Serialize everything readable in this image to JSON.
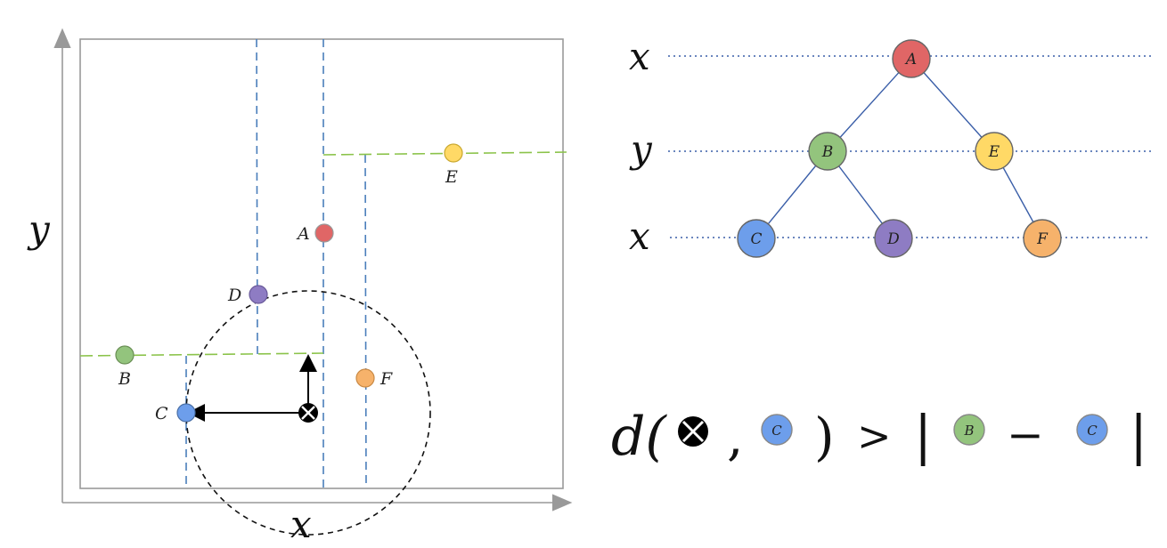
{
  "kd_plane": {
    "axis_x_label": "x",
    "axis_y_label": "y",
    "points": [
      {
        "id": "A",
        "label": "A",
        "color": "#e06666"
      },
      {
        "id": "B",
        "label": "B",
        "color": "#93c47d"
      },
      {
        "id": "C",
        "label": "C",
        "color": "#6d9eeb"
      },
      {
        "id": "D",
        "label": "D",
        "color": "#8e7cc3"
      },
      {
        "id": "E",
        "label": "E",
        "color": "#ffd966"
      },
      {
        "id": "F",
        "label": "F",
        "color": "#f6b26b"
      }
    ],
    "split_x_color": "#4a7ebb",
    "split_y_color": "#8bc34a"
  },
  "kd_tree": {
    "levels": [
      {
        "axis": "x",
        "nodes": [
          "A"
        ]
      },
      {
        "axis": "y",
        "nodes": [
          "B",
          "E"
        ]
      },
      {
        "axis": "x",
        "nodes": [
          "C",
          "D",
          "F"
        ]
      }
    ],
    "node_colors": {
      "A": "#e06666",
      "B": "#93c47d",
      "C": "#6d9eeb",
      "D": "#8e7cc3",
      "E": "#ffd966",
      "F": "#f6b26b"
    }
  },
  "equation": {
    "func": "d(",
    "comma": ",",
    "close_paren": ")",
    "gt": ">",
    "bar": "|",
    "minus": "−",
    "node_c": "C",
    "node_b": "B"
  }
}
